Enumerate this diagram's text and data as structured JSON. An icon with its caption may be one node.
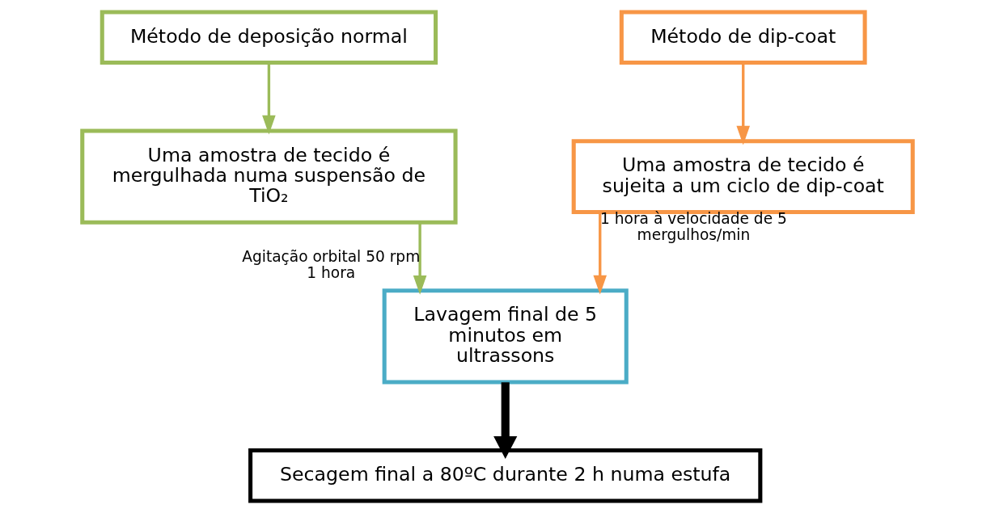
{
  "diagram": {
    "nodes": [
      {
        "text": [
          "Método de deposição normal"
        ]
      },
      {
        "text": [
          "Uma amostra de tecido é mergulhada numa suspensão de TiO₂"
        ]
      },
      {
        "text": [
          "Método de dip-coat"
        ]
      },
      {
        "text": [
          "Uma amostra de tecido é sujeita a um ciclo de dip-coat"
        ]
      },
      {
        "text": [
          "Lavagem final de 5 minutos em ultrassons"
        ]
      },
      {
        "text": [
          "Secagem final a 80ºC durante 2 h numa estufa"
        ]
      }
    ],
    "edges": [
      {
        "from": 0,
        "to": 1,
        "arrow": "to",
        "color": "#9bbb59"
      },
      {
        "from": 2,
        "to": 3,
        "arrow": "to",
        "color": "#f79646"
      },
      {
        "from": 1,
        "to": 4,
        "arrow": "to",
        "label": "Agitação orbital 50 rpm 1 hora",
        "color": "#9bbb59"
      },
      {
        "from": 3,
        "to": 4,
        "arrow": "to",
        "label": "1 hora à velocidade de 5 mergulhos/min",
        "color": "#f79646"
      },
      {
        "from": 4,
        "to": 5,
        "arrow": "to",
        "style": "thick",
        "color": "#000000"
      }
    ]
  }
}
